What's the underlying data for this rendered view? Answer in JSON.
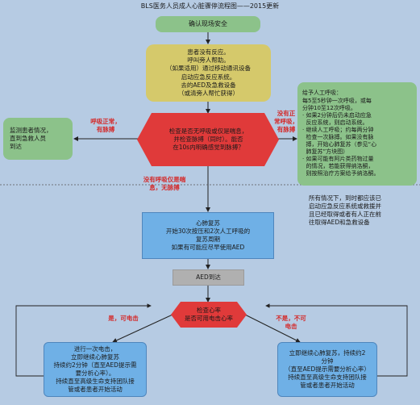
{
  "title": "BLS医务人员成人心脏骤停流程图——2015更新",
  "nodes": {
    "confirm_scene": "确认现场安全",
    "check_response": [
      "患者没有反应。",
      "呼叫旁人帮助。",
      "（如果适用）通过移动通讯设备",
      "启动应急反应系统。",
      "去的AED及急救设备",
      "（或清旁人帮忙获得）"
    ],
    "check_breathing": [
      "检查是否无呼吸或仅是喘息，",
      "并检查脉搏（同时）。能否",
      "在10s内明确感觉到脉搏？"
    ],
    "monitor": [
      "监测患者情况，",
      "直到急救人员",
      "到达"
    ],
    "rescue_breathing": [
      "给予人工呼吸：",
      "每5至5秒钟一次呼吸，或每",
      "分钟10至12次呼吸。",
      "· 如果2分钟后仍未启动应急",
      "  反应系统，则启动系统。",
      "· 继续人工呼吸；约每两分钟",
      "  检查一次脉搏。如果没有脉",
      "  搏，开始心肺复苏（参见“心",
      "  肺复苏”方块图）",
      "· 如果可能有阿片类药物过量",
      "  的情况，若能获得纳洛酮，",
      "  则按照治疗方案给予纳洛酮。"
    ],
    "note": [
      "所有情况下，到时都应该已",
      "启动应急反应系统或救援并",
      "且已经取得或者有人正在前",
      "往取得AED和急救设备"
    ],
    "cpr": [
      "心肺复苏",
      "开始30次按压和2次人工呼吸的",
      "复苏周期",
      "如果有可能应尽早使用AED"
    ],
    "aed_arrives": "AED到达",
    "check_rhythm": [
      "检查心率",
      "是否可用电击心率"
    ],
    "shock": [
      "进行一次电击，",
      "立即继续心肺复苏",
      "持续约2分钟（直至AED提示需",
      "要分析心率）。",
      "持续直至高级生命支持团队接",
      "管或者患者开始活动"
    ],
    "no_shock": [
      "立即继续心肺复苏，持续约2",
      "分钟",
      "（直至AED提示需要分析心率）",
      "持续直至高级生命支持团队接",
      "管或者患者开始活动"
    ]
  },
  "edge_labels": {
    "normal_pulse": [
      "呼吸正常，",
      "有脉搏"
    ],
    "abnormal_pulse": [
      "没有正",
      "常呼吸，",
      "有脉搏"
    ],
    "no_breath_no_pulse": [
      "没有呼吸仅是喘",
      "息，无脉搏"
    ],
    "shockable": "是，可电击",
    "not_shockable": [
      "不是，不可",
      "电击"
    ]
  },
  "colors": {
    "green": "#8cc28a",
    "yellow": "#d5c96b",
    "blue": "#6fb0e6",
    "gray": "#b0b0b0",
    "red": "#e03a3a",
    "label": "#d42a2a"
  }
}
